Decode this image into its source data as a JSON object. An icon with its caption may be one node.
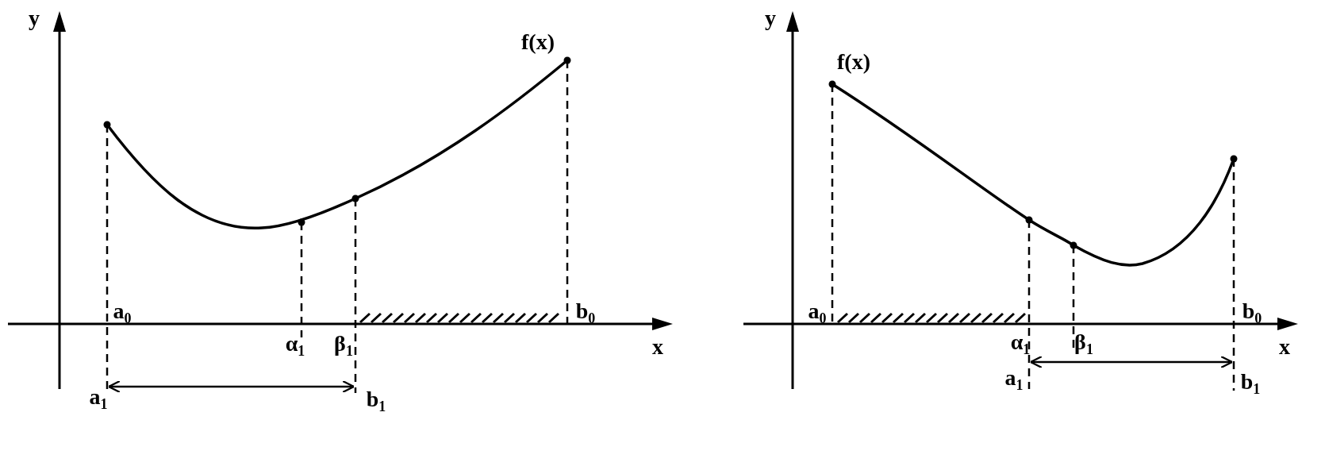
{
  "diagram": {
    "labels": [
      "y",
      "f(x)",
      "a$_{0}$",
      "b$_{0}$",
      "α$_{1}$",
      "β$_{1}$",
      "x",
      "a$_{1}$",
      "b$_{1}$",
      "y",
      "f(x)",
      "a$_{0}$",
      "b$_{0}$",
      "α$_{1}$",
      "β$_{1}$",
      "x",
      "a$_{1}$",
      "b$_{1}$"
    ]
  }
}
